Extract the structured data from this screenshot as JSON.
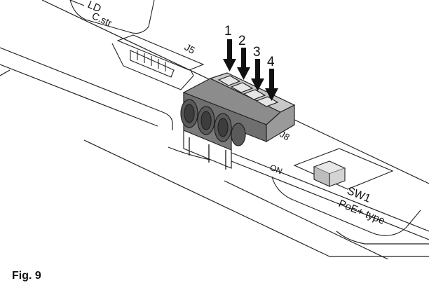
{
  "diagram": {
    "pin_numbers": [
      "1",
      "2",
      "3",
      "4"
    ],
    "connectors": {
      "ld_label_1": "LD",
      "ld_label_2": "C.str",
      "j5_label": "J5",
      "j8_label": "J8"
    },
    "switch": {
      "on_label": "ON",
      "sw_label": "SW1",
      "type_label": "PoE+ type"
    }
  },
  "caption": "Fig. 9"
}
